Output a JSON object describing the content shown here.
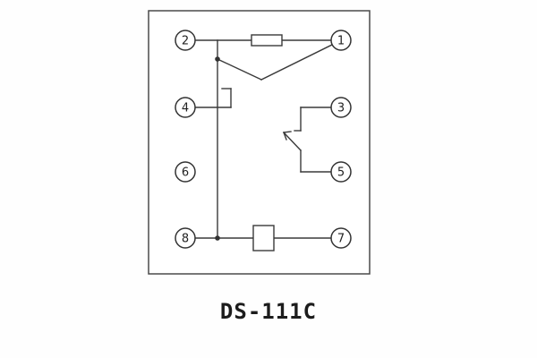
{
  "title": "DS-111C",
  "schematic": {
    "type": "relay-internal-wiring-diagram",
    "terminals": [
      {
        "label": "2"
      },
      {
        "label": "1"
      },
      {
        "label": "4"
      },
      {
        "label": "3"
      },
      {
        "label": "6"
      },
      {
        "label": "5"
      },
      {
        "label": "8"
      },
      {
        "label": "7"
      }
    ],
    "components": [
      {
        "name": "resistor",
        "between": [
          "2",
          "1"
        ]
      },
      {
        "name": "switching-contact",
        "pivot_on": "2",
        "throws_to": [
          "1",
          "4"
        ]
      },
      {
        "name": "delayed-contact",
        "between": [
          "3",
          "5"
        ]
      },
      {
        "name": "coil",
        "between": [
          "8",
          "7"
        ]
      }
    ],
    "colors": {
      "line": "#3a3a3a",
      "background": "#ffffff"
    }
  }
}
